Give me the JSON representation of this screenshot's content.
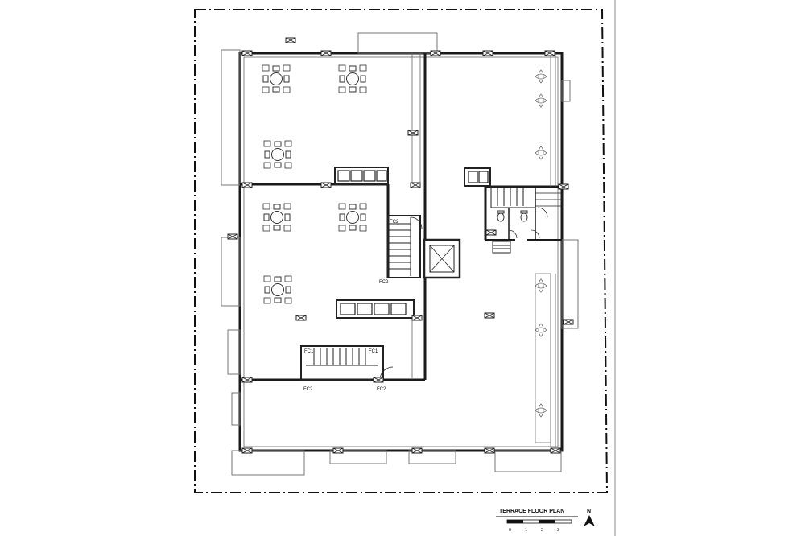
{
  "drawing": {
    "title": "TERRACE FLOOR PLAN",
    "north_label": "N",
    "scale_labels": [
      "0",
      "1",
      "2",
      "3"
    ]
  },
  "tags": {
    "fc1_left": "FC1",
    "fc1_right": "FC1",
    "fc2_bottom_left": "FC2",
    "fc2_bottom_right": "FC2",
    "fc2_stair": "FC2",
    "fc2_stair_top": "FC2"
  },
  "colors": {
    "line": "#1a1a1a",
    "thin_line": "#555555",
    "background": "#ffffff"
  },
  "icons": {
    "north_arrow": "north-arrow-icon",
    "table_set": "table-chairs-icon",
    "toilet": "toilet-icon",
    "plant": "plant-icon"
  }
}
